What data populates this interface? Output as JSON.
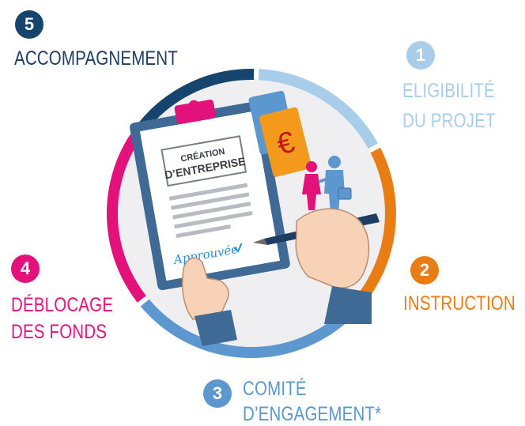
{
  "colors": {
    "step1": "#a7cdea",
    "step2": "#ea7c14",
    "step3": "#5c97cf",
    "step4": "#e2127a",
    "step5": "#15446d",
    "inner_bg": "#efeff1"
  },
  "steps": [
    {
      "number": "1",
      "line1": "ELIGIBILITÉ",
      "line2": "DU PROJET"
    },
    {
      "number": "2",
      "line1": "INSTRUCTION",
      "line2": ""
    },
    {
      "number": "3",
      "line1": "COMITÉ",
      "line2": "D’ENGAGEMENT*"
    },
    {
      "number": "4",
      "line1": "DÉBLOCAGE",
      "line2": "DES FONDS"
    },
    {
      "number": "5",
      "line1": "ACCOMPAGNEMENT",
      "line2": ""
    }
  ],
  "illustration": {
    "doc_title_line1": "CRÉATION",
    "doc_title_line2": "D’ENTREPRISE",
    "signature": "Approuvée",
    "currency_symbol": "€",
    "icons": [
      "clipboard-icon",
      "euro-banknote-icon",
      "handshake-icon",
      "pen-icon",
      "hand-icon"
    ]
  }
}
